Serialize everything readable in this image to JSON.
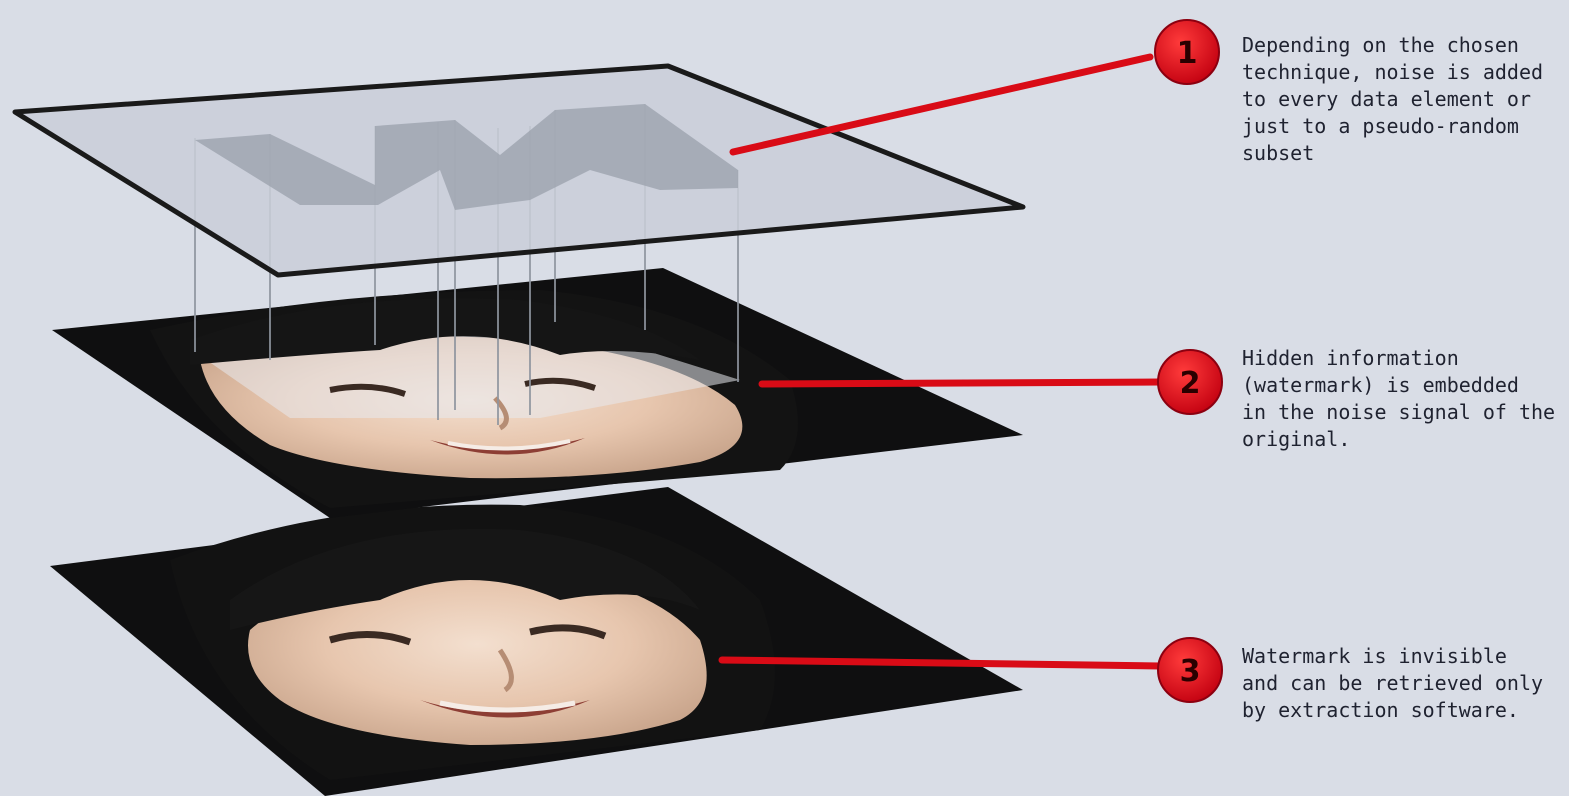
{
  "colors": {
    "background": "#d9dde6",
    "callout_red": "#d90b16",
    "badge_red": "#e30613",
    "layer_outline": "#1a1a1a",
    "top_layer_fill": "#c9ced8"
  },
  "layers": [
    {
      "name": "noise-pattern-layer",
      "content": "watermark-noise-pattern"
    },
    {
      "name": "watermarked-photo-layer",
      "content": "portrait-photo-with-embedded-watermark"
    },
    {
      "name": "final-photo-layer",
      "content": "portrait-photo"
    }
  ],
  "callouts": [
    {
      "number": "1",
      "text": "Depending on the chosen\ntechnique, noise is added\nto every data element or\njust to a pseudo-random\nsubset"
    },
    {
      "number": "2",
      "text": "Hidden information\n(watermark) is embedded\nin the noise signal of the\noriginal."
    },
    {
      "number": "3",
      "text": "Watermark is invisible\nand can be retrieved only\nby extraction software."
    }
  ]
}
